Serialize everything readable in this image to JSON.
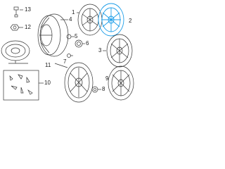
{
  "callouts": {
    "c1": "1",
    "c2": "2",
    "c3": "3",
    "c4": "4",
    "c5": "5",
    "c6": "6",
    "c7": "7",
    "c8": "8",
    "c9": "9",
    "c10": "10",
    "c11": "11",
    "c12": "12",
    "c13": "13"
  },
  "colors": {
    "line": "#333333",
    "highlight": "#1e9ee8"
  }
}
